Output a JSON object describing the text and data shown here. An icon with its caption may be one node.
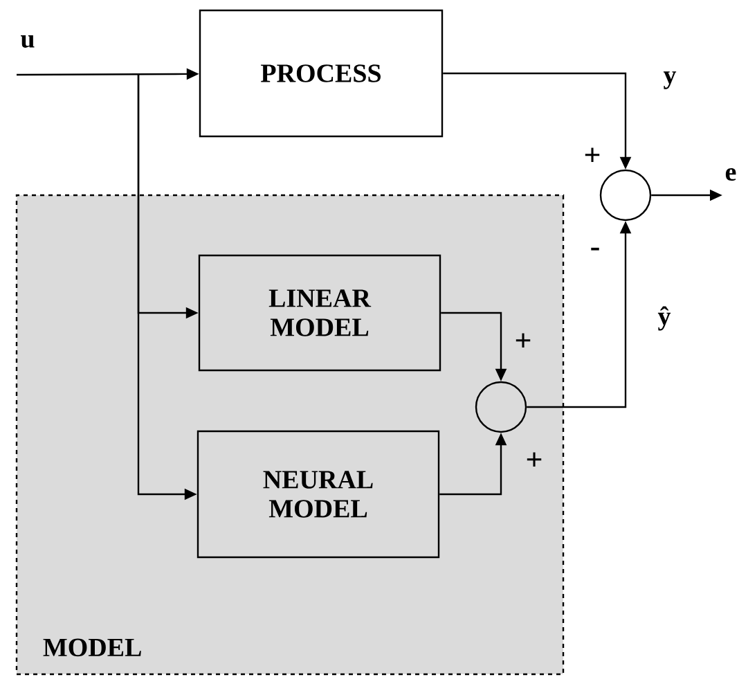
{
  "diagram": {
    "nodes": [
      {
        "text": [
          "MODEL"
        ]
      },
      {
        "text": [
          "PROCESS"
        ]
      },
      {
        "text": [
          "LINEAR MODEL"
        ],
        "in": 0
      },
      {
        "text": [
          "NEURAL MODEL"
        ],
        "in": 0
      },
      {
        "text": [],
        "shape": "circle"
      },
      {
        "text": [],
        "shape": "circle",
        "in": 0
      }
    ],
    "edges": [
      {
        "from": null,
        "to": 1,
        "arrow": "to",
        "label": "u"
      },
      {
        "from": null,
        "to": 2,
        "arrow": "to"
      },
      {
        "from": null,
        "to": 3,
        "arrow": "to"
      },
      {
        "from": 1,
        "to": 4,
        "arrow": "to",
        "label": "y"
      },
      {
        "from": 5,
        "to": 4,
        "arrow": "to",
        "label": "ŷ"
      },
      {
        "from": 4,
        "to": null,
        "arrow": "to",
        "label": "e"
      },
      {
        "from": 2,
        "to": 5,
        "arrow": "to"
      },
      {
        "from": 3,
        "to": 5,
        "arrow": "to"
      }
    ],
    "labels": [
      "+",
      "-",
      "+",
      "+"
    ]
  }
}
